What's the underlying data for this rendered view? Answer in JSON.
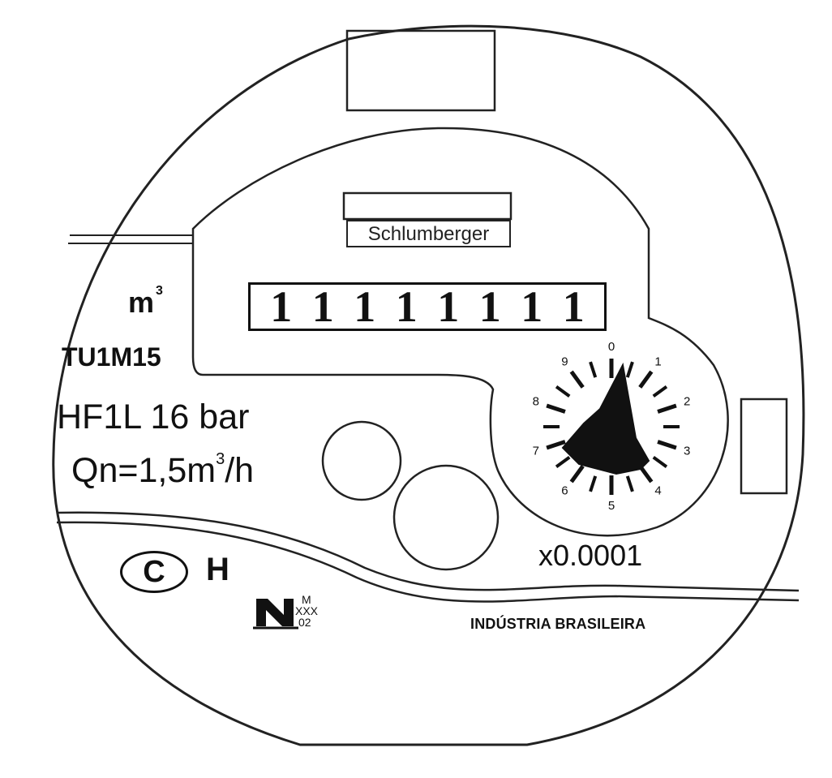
{
  "meter": {
    "brand": "Schlumberger",
    "unit": "m",
    "unit_sup": "3",
    "model": "TU1M15",
    "pressure": "HF1L 16 bar",
    "flow_prefix": "Qn=1,5m",
    "flow_sup": "3",
    "flow_suffix": "/h",
    "register_digits": [
      "1",
      "1",
      "1",
      "1",
      "1",
      "1",
      "1",
      "1"
    ],
    "dial": {
      "numbers": [
        "0",
        "1",
        "2",
        "3",
        "4",
        "5",
        "6",
        "7",
        "8",
        "9"
      ],
      "multiplier": "x0.0001"
    },
    "metrological_class": "C",
    "mounting": "H",
    "approval_mark_code": [
      "M",
      "XXX",
      "02"
    ],
    "origin": "INDÚSTRIA BRASILEIRA"
  }
}
